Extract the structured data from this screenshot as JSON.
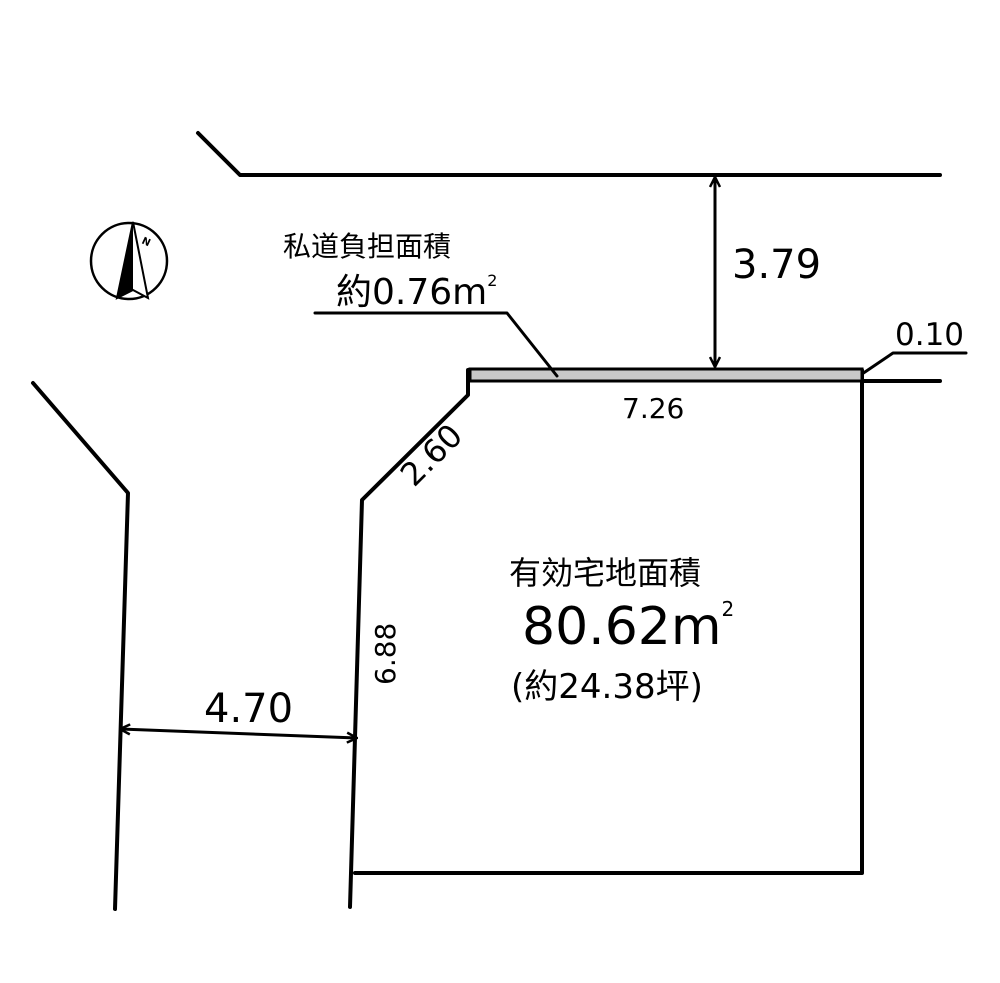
{
  "private_road": {
    "title": "私道負担面積",
    "area_prefix": "約0.76",
    "area_unit": "m",
    "area_sup": "2"
  },
  "effective_land": {
    "title": "有効宅地面積",
    "area_value": "80.62",
    "area_unit": "m",
    "area_sup": "2",
    "tsubo_text": "(約24.38坪)"
  },
  "dimensions": {
    "road_width_top": "3.79",
    "setback": "0.10",
    "front_width": "7.26",
    "corner_cut": "2.60",
    "side_length": "6.88",
    "road_width_left": "4.70"
  },
  "compass": {
    "north_letter": "N"
  },
  "colors": {
    "line": "#000000",
    "private_road_fill": "#c8c8c8",
    "background": "#ffffff"
  }
}
